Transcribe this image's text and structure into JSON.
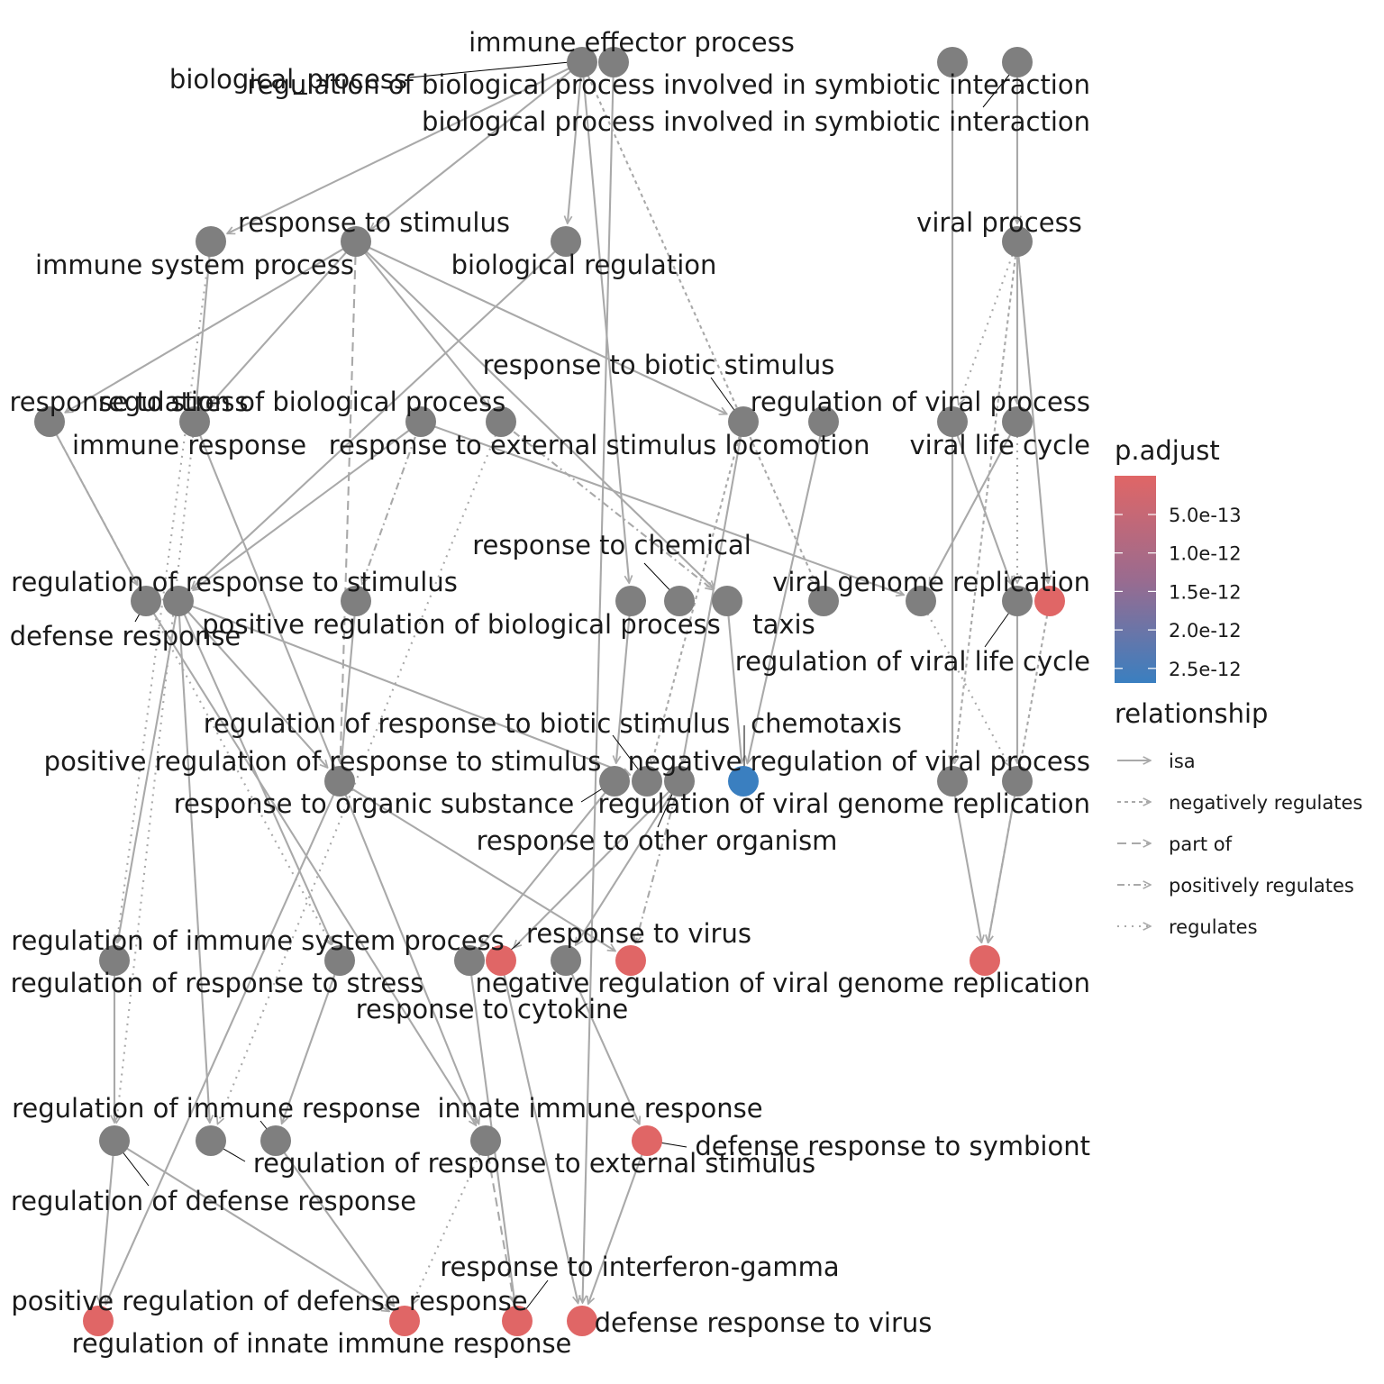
{
  "legend": {
    "padj_title": "p.adjust",
    "padj_ticks": [
      "5.0e-13",
      "1.0e-12",
      "1.5e-12",
      "2.0e-12",
      "2.5e-12"
    ],
    "rel_title": "relationship",
    "relationships": [
      {
        "key": "isa",
        "label": "isa"
      },
      {
        "key": "neg",
        "label": "negatively regulates"
      },
      {
        "key": "partof",
        "label": "part of"
      },
      {
        "key": "pos",
        "label": "positively regulates"
      },
      {
        "key": "reg",
        "label": "regulates"
      }
    ]
  },
  "colors": {
    "enriched_high": "#e06666",
    "enriched_low": "#3a7fc0",
    "other": "#7f7f7f",
    "edge": "#a9a9a9"
  },
  "nodes": [
    {
      "id": "immune_effector_process",
      "label": "immune effector process",
      "status": "none"
    },
    {
      "id": "biological_process",
      "label": "biological_process",
      "status": "none"
    },
    {
      "id": "reg_bp_symbiotic",
      "label": "regulation of biological process involved in symbiotic interaction",
      "status": "none"
    },
    {
      "id": "bp_symbiotic",
      "label": "biological process involved in symbiotic interaction",
      "status": "none"
    },
    {
      "id": "response_to_stimulus",
      "label": "response to stimulus",
      "status": "none"
    },
    {
      "id": "immune_system_process",
      "label": "immune system process",
      "status": "none"
    },
    {
      "id": "biological_regulation",
      "label": "biological regulation",
      "status": "none"
    },
    {
      "id": "viral_process",
      "label": "viral process",
      "status": "none"
    },
    {
      "id": "response_to_biotic_stimulus",
      "label": "response to biotic stimulus",
      "status": "none"
    },
    {
      "id": "response_to_stress",
      "label": "response to stress",
      "status": "none"
    },
    {
      "id": "regulation_of_biological_process",
      "label": "regulation of biological process",
      "status": "none"
    },
    {
      "id": "regulation_of_viral_process",
      "label": "regulation of viral process",
      "status": "none"
    },
    {
      "id": "immune_response",
      "label": "immune response",
      "status": "none"
    },
    {
      "id": "response_to_external_stimulus",
      "label": "response to external stimulus",
      "status": "none"
    },
    {
      "id": "locomotion",
      "label": "locomotion",
      "status": "none"
    },
    {
      "id": "viral_life_cycle",
      "label": "viral life cycle",
      "status": "none"
    },
    {
      "id": "response_to_chemical",
      "label": "response to chemical",
      "status": "none"
    },
    {
      "id": "reg_response_to_stimulus",
      "label": "regulation of response to stimulus",
      "status": "none"
    },
    {
      "id": "viral_genome_replication",
      "label": "viral genome replication",
      "status": "none"
    },
    {
      "id": "defense_response",
      "label": "defense response",
      "status": "none"
    },
    {
      "id": "pos_reg_biological_process",
      "label": "positive regulation of biological process",
      "status": "none"
    },
    {
      "id": "taxis",
      "label": "taxis",
      "status": "none"
    },
    {
      "id": "reg_viral_life_cycle",
      "label": "regulation of viral life cycle",
      "status": "none"
    },
    {
      "id": "reg_response_to_biotic_stimulus",
      "label": "regulation of response to biotic stimulus",
      "status": "none"
    },
    {
      "id": "chemotaxis",
      "label": "chemotaxis",
      "status": "low"
    },
    {
      "id": "pos_reg_response_to_stimulus",
      "label": "positive regulation of response to stimulus",
      "status": "none"
    },
    {
      "id": "neg_reg_viral_process",
      "label": "negative regulation of viral process",
      "status": "none"
    },
    {
      "id": "response_to_organic_substance",
      "label": "response to organic substance",
      "status": "none"
    },
    {
      "id": "reg_viral_genome_replication",
      "label": "regulation of viral genome replication",
      "status": "none"
    },
    {
      "id": "response_to_other_organism",
      "label": "response to other organism",
      "status": "none"
    },
    {
      "id": "response_to_virus",
      "label": "response to virus",
      "status": "high"
    },
    {
      "id": "reg_immune_system_process",
      "label": "regulation of immune system process",
      "status": "none"
    },
    {
      "id": "reg_response_to_stress",
      "label": "regulation of response to stress",
      "status": "none"
    },
    {
      "id": "neg_reg_viral_genome_replication",
      "label": "negative regulation of viral genome replication",
      "status": "high"
    },
    {
      "id": "response_to_cytokine",
      "label": "response to cytokine",
      "status": "none"
    },
    {
      "id": "reg_immune_response",
      "label": "regulation of immune response",
      "status": "none"
    },
    {
      "id": "innate_immune_response",
      "label": "innate immune response",
      "status": "none"
    },
    {
      "id": "defense_response_to_symbiont",
      "label": "defense response to symbiont",
      "status": "high"
    },
    {
      "id": "reg_response_to_external_stimulus",
      "label": "regulation of response to external stimulus",
      "status": "none"
    },
    {
      "id": "reg_defense_response",
      "label": "regulation of defense response",
      "status": "none"
    },
    {
      "id": "response_to_interferon_gamma",
      "label": "response to interferon-gamma",
      "status": "high"
    },
    {
      "id": "pos_reg_defense_response",
      "label": "positive regulation of defense response",
      "status": "high"
    },
    {
      "id": "defense_response_to_virus",
      "label": "defense response to virus",
      "status": "high"
    },
    {
      "id": "reg_innate_immune_response",
      "label": "regulation of innate immune response",
      "status": "high"
    },
    {
      "id": "unlabeled_top_a",
      "label": "",
      "status": "none"
    },
    {
      "id": "unlabeled_mid_a",
      "label": "",
      "status": "high"
    }
  ]
}
